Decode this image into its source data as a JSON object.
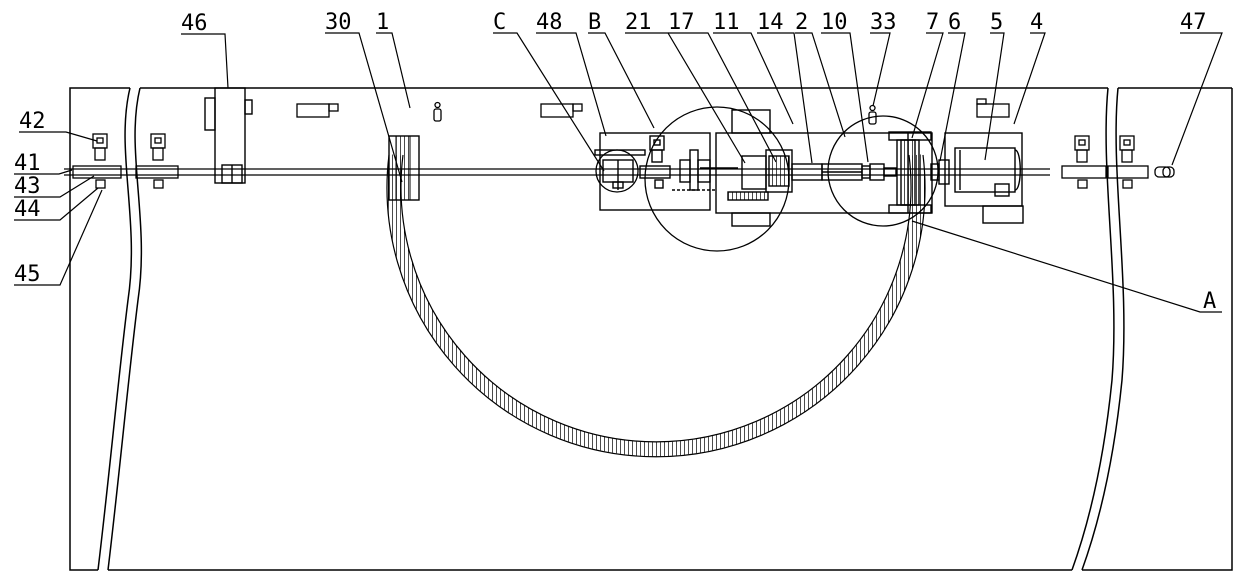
{
  "labels": {
    "l42": "42",
    "l41": "41",
    "l43": "43",
    "l44": "44",
    "l45": "45",
    "l46": "46",
    "l30": "30",
    "l1": "1",
    "lC": "C",
    "l48": "48",
    "lB": "B",
    "l21": "21",
    "l17": "17",
    "l11": "11",
    "l14": "14",
    "l2": "2",
    "l10": "10",
    "l33": "33",
    "l7": "7",
    "l6": "6",
    "l5": "5",
    "l4": "4",
    "l47": "47",
    "lA": "A"
  }
}
